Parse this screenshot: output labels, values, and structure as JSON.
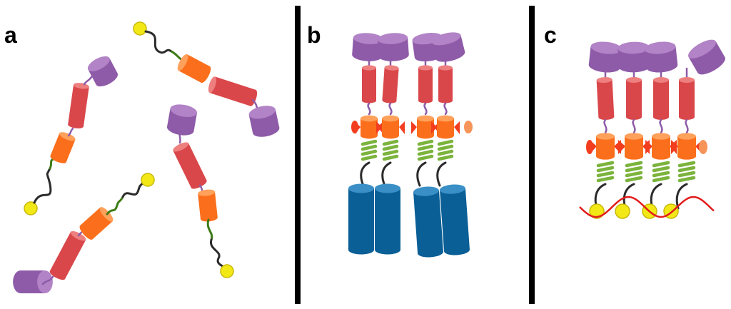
{
  "panels": [
    {
      "id": "a",
      "label": "a"
    },
    {
      "id": "b",
      "label": "b"
    },
    {
      "id": "c",
      "label": "c"
    }
  ],
  "colors": {
    "cap": "#8e5ba8",
    "cap_top": "#b283c6",
    "rod": "#d9474a",
    "rod_top": "#ee7f7f",
    "hinge": "#fb6f1c",
    "hinge_top": "#ffa15b",
    "linker": "#2b2b2b",
    "spacer": "#3d7b16",
    "spring": "#7bb33c",
    "anchor": "#f2e816",
    "anchor_edge": "#c9b808",
    "tail": "#0a5f96",
    "tail_top": "#3a8fc6",
    "wave": "#e21c1c",
    "divider": "#000000"
  }
}
